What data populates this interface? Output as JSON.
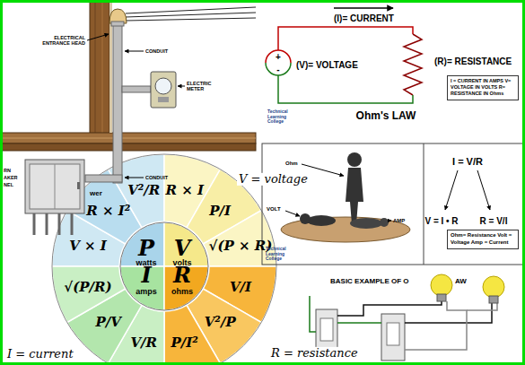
{
  "diagram": {
    "nodes": [
      {
        "text": [
          "P",
          "watts",
          "V",
          "volts",
          "I",
          "amps",
          "R",
          "ohms"
        ]
      },
      {
        "text": [
          "I = CURRENT IN AMPS V= VOLTAGE IN VOLTS R= RESISTANCE IN Ohms"
        ]
      },
      {
        "text": [
          "Ohm= Resistance Volt = Voltage Amp = Current"
        ]
      }
    ],
    "labels": [
      "ELECTRICAL ENTRANCE HEAD",
      "CONDUIT",
      "ELECTRIC METER",
      "CONDUIT",
      "RN",
      "AKER",
      "NEL",
      "wer",
      "V²/R",
      "R × I²",
      "V × I",
      "√(P/R)",
      "P/V",
      "V/R",
      "R × I",
      "P/I",
      "√(P × R)",
      "V/I",
      "V²/P",
      "P/I²",
      "V = voltage",
      "I = current",
      "R = resistance",
      "(I)= CURRENT",
      "+",
      "-",
      "(V)= VOLTAGE",
      "(R)= RESISTANCE",
      "Ohm's LAW",
      "Technical Learning College",
      "Ohm",
      "VOLT",
      "AMP",
      "I = V/R",
      "V = I • R",
      "R = V/I",
      "Technical Learning College",
      "BASIC EXAMPLE OF O",
      "AW"
    ]
  }
}
